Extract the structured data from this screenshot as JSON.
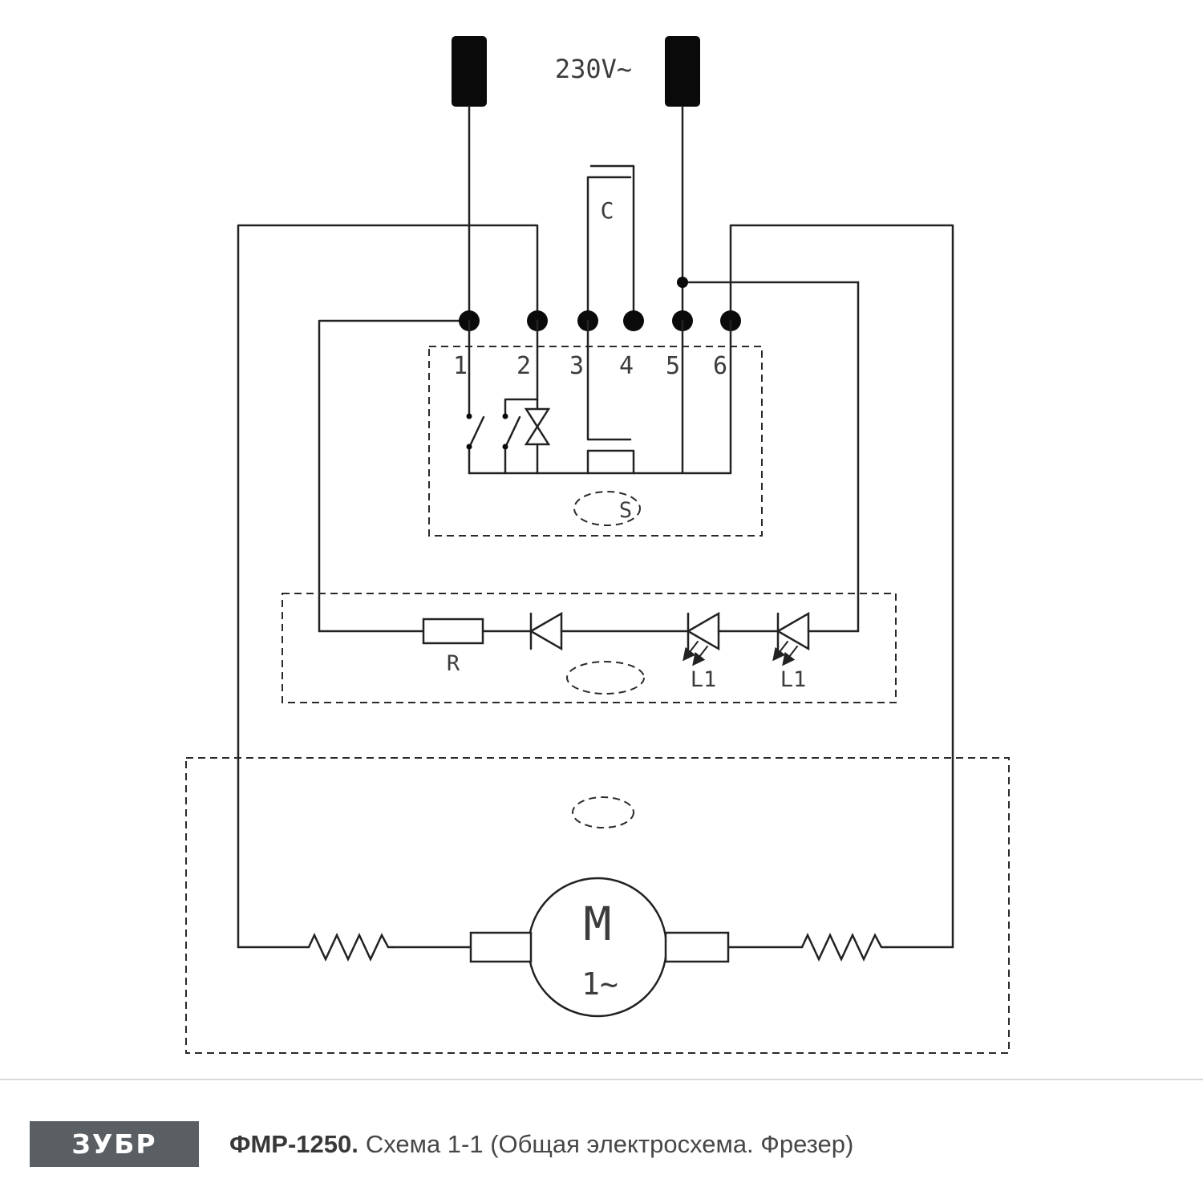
{
  "schematic": {
    "voltage_label": "230V~",
    "capacitor_label": "C",
    "terminals": [
      "1",
      "2",
      "3",
      "4",
      "5",
      "6"
    ],
    "switch_label": "S",
    "resistor_label": "R",
    "led_labels": [
      "L1",
      "L1"
    ],
    "motor_label": "M",
    "motor_type_label": "1~"
  },
  "footer": {
    "brand": "ЗУБР",
    "model": "ФМР-1250.",
    "subtitle": "Схема 1-1 (Общая электросхема. Фрезер)"
  },
  "colors": {
    "line": "#222222",
    "label": "#3c3c3c",
    "logo_bg": "#5a5f64",
    "divider": "#d8d8d8"
  }
}
